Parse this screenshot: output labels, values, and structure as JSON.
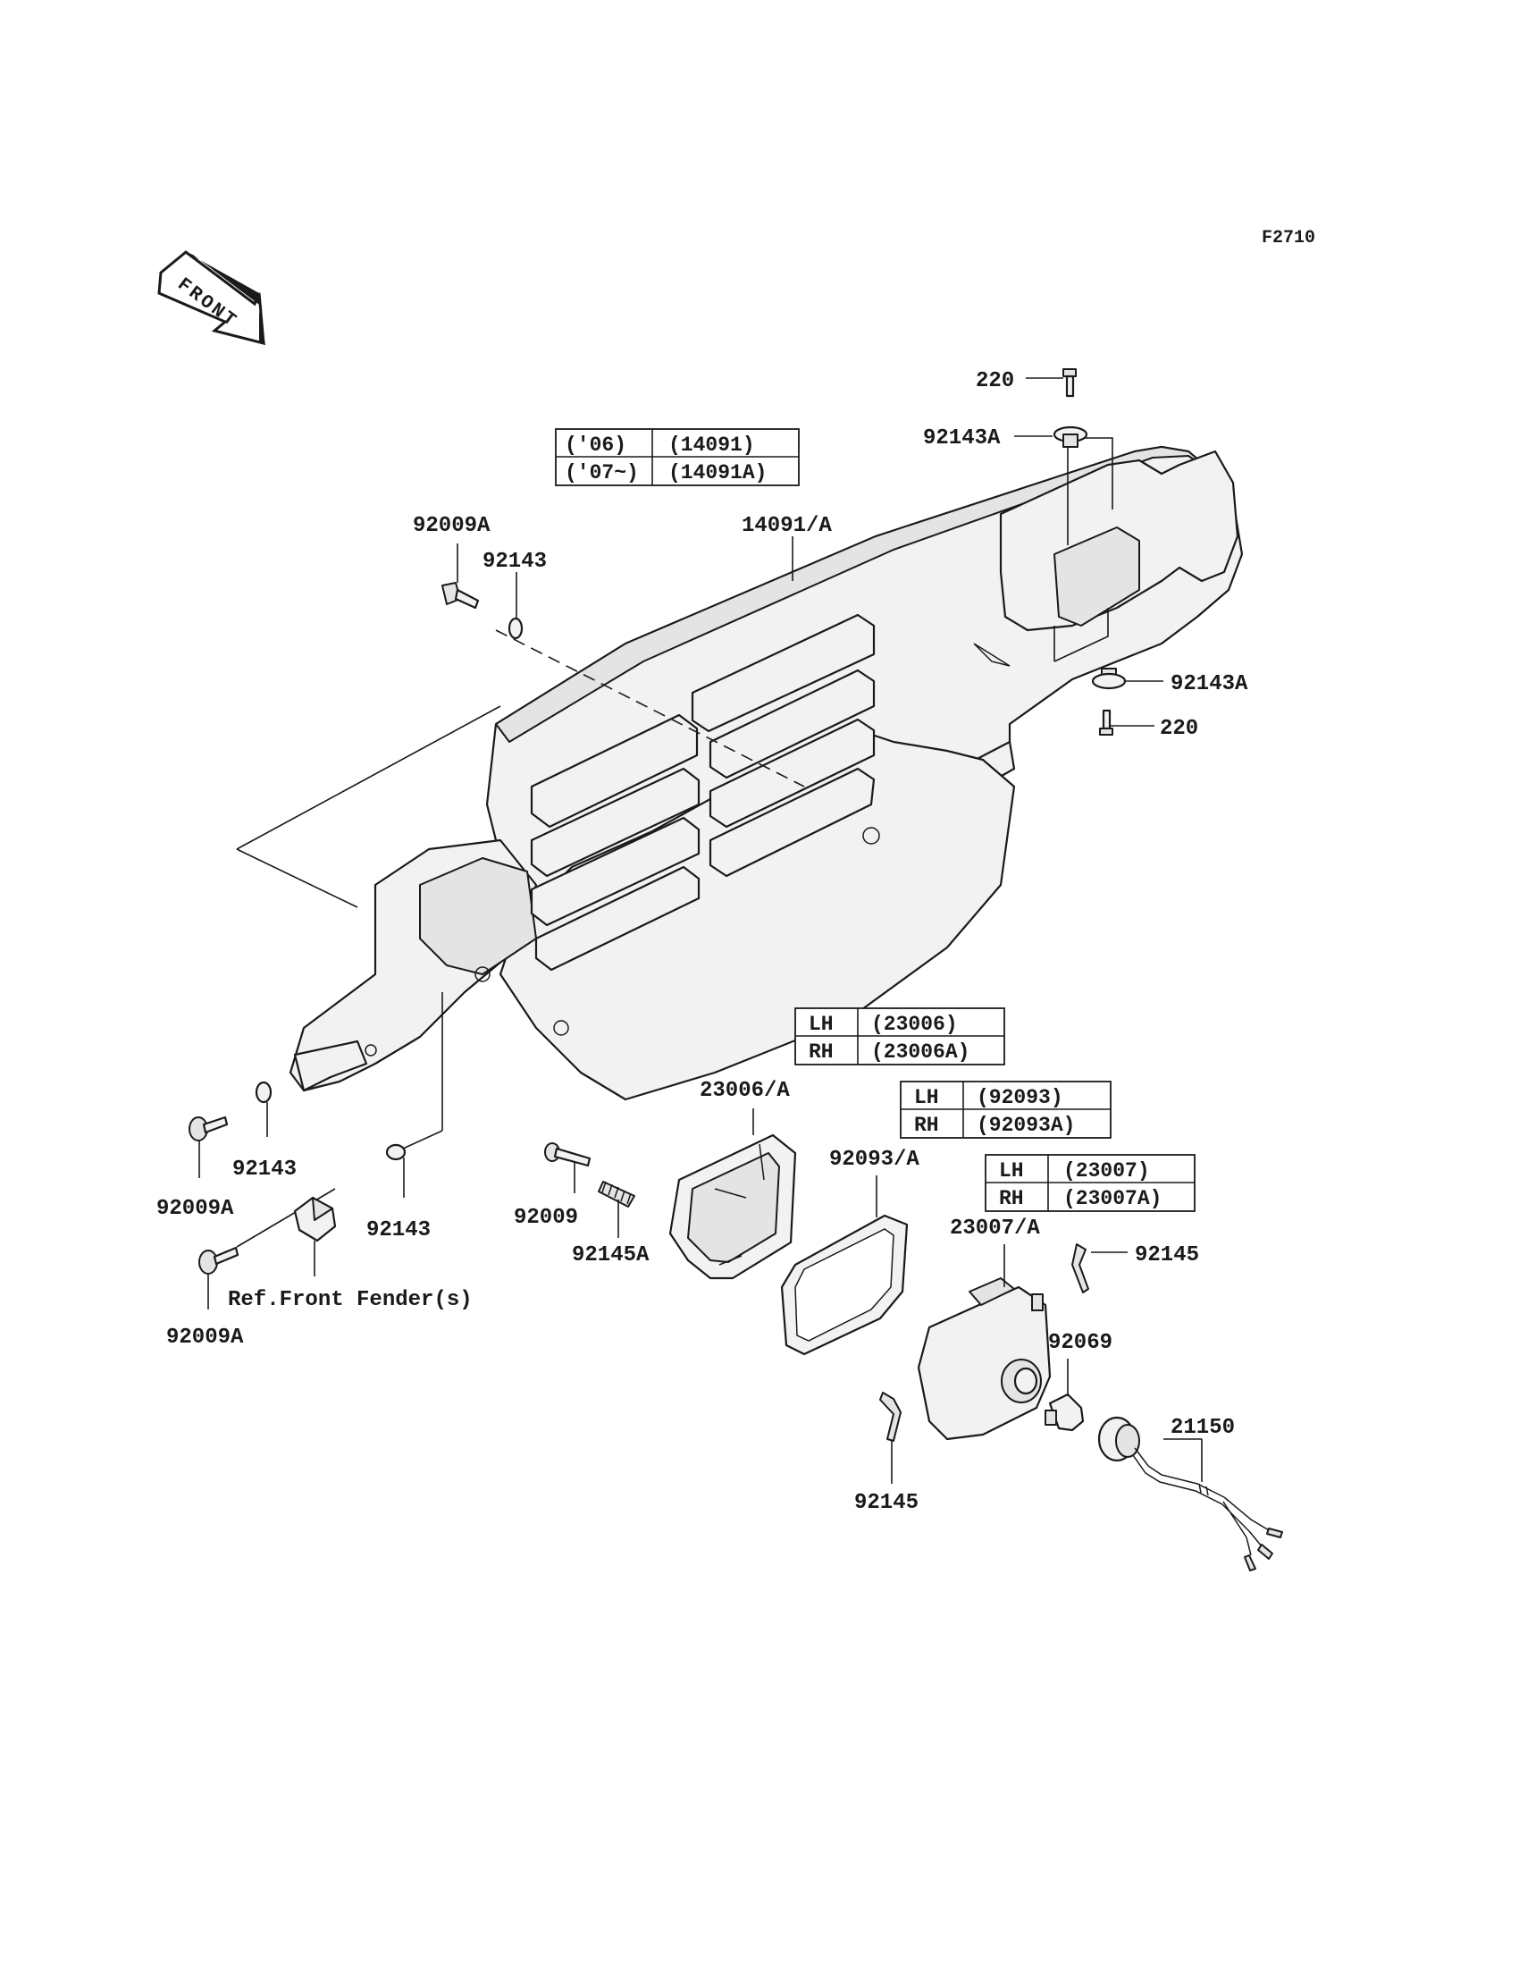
{
  "figure_code": "F2710",
  "front_arrow_text": "FRONT",
  "callouts": {
    "c220_top": "220",
    "c92143A_top": "92143A",
    "c92009A_top": "92009A",
    "c92143_top": "92143",
    "c14091A": "14091/A",
    "c92143A_right": "92143A",
    "c220_right": "220",
    "c92143_left": "92143",
    "c92009A_left": "92009A",
    "c92143_mid": "92143",
    "c92009": "92009",
    "c92145A": "92145A",
    "c23006A": "23006/A",
    "c92093A": "92093/A",
    "c23007A": "23007/A",
    "c92145_right": "92145",
    "c92069": "92069",
    "c21150": "21150",
    "c92145_bottom": "92145",
    "c92009A_bottom": "92009A",
    "ref_front_fender": "Ref.Front Fender(s)"
  },
  "tables": {
    "model_year": {
      "rows": [
        [
          "('06)",
          "(14091)"
        ],
        [
          "('07~)",
          "(14091A)"
        ]
      ]
    },
    "t23006": {
      "rows": [
        [
          "LH",
          "(23006)"
        ],
        [
          "RH",
          "(23006A)"
        ]
      ]
    },
    "t92093": {
      "rows": [
        [
          "LH",
          "(92093)"
        ],
        [
          "RH",
          "(92093A)"
        ]
      ]
    },
    "t23007": {
      "rows": [
        [
          "LH",
          "(23007)"
        ],
        [
          "RH",
          "(23007A)"
        ]
      ]
    }
  }
}
